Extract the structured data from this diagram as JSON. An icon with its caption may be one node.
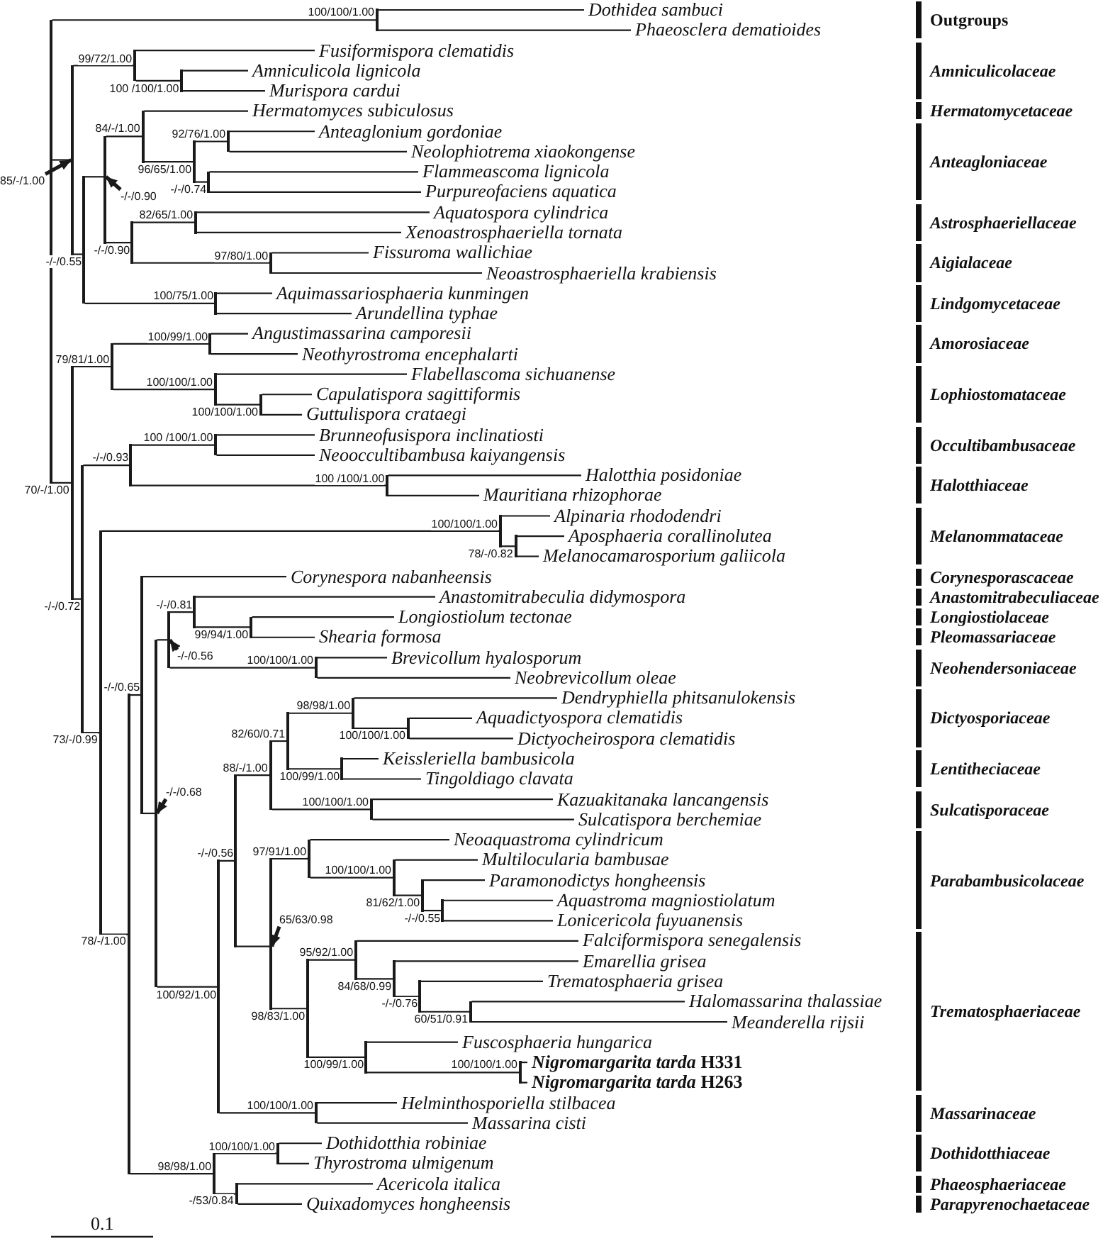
{
  "diagram": {
    "nodes": [
      {
        "text": [],
        "shape": "line"
      },
      {
        "text": [],
        "shape": "line"
      },
      {
        "text": [
          "Dothidea sambuci"
        ]
      },
      {
        "text": [
          "Phaeosclera dematioides"
        ]
      },
      {
        "text": [],
        "shape": "line"
      },
      {
        "text": [],
        "shape": "line"
      },
      {
        "text": [
          "Fusiformispora clematidis"
        ]
      },
      {
        "text": [],
        "shape": "line"
      },
      {
        "text": [
          "Amniculicola lignicola"
        ]
      },
      {
        "text": [
          "Murispora cardui"
        ]
      },
      {
        "text": [],
        "shape": "line"
      },
      {
        "text": [],
        "shape": "line"
      },
      {
        "text": [],
        "shape": "line"
      },
      {
        "text": [
          "Hermatomyces subiculosus"
        ]
      },
      {
        "text": [],
        "shape": "line"
      },
      {
        "text": [],
        "shape": "line"
      },
      {
        "text": [
          "Anteaglonium gordoniae"
        ]
      },
      {
        "text": [
          "Neolophiotrema xiaokongense"
        ]
      },
      {
        "text": [],
        "shape": "line"
      },
      {
        "text": [
          "Flammeascoma lignicola"
        ]
      },
      {
        "text": [
          "Purpureofaciens aquatica"
        ]
      },
      {
        "text": [],
        "shape": "line"
      },
      {
        "text": [],
        "shape": "line"
      },
      {
        "text": [
          "Aquatospora cylindrica"
        ]
      },
      {
        "text": [
          "Xenoastrosphaeriella tornata"
        ]
      },
      {
        "text": [],
        "shape": "line"
      },
      {
        "text": [
          "Fissuroma wallichiae"
        ]
      },
      {
        "text": [
          "Neoastrosphaeriella krabiensis"
        ]
      },
      {
        "text": [],
        "shape": "line"
      },
      {
        "text": [
          "Aquimassariosphaeria kunmingen"
        ]
      },
      {
        "text": [
          "Arundellina typhae"
        ]
      },
      {
        "text": [],
        "shape": "line"
      },
      {
        "text": [],
        "shape": "line"
      },
      {
        "text": [],
        "shape": "line"
      },
      {
        "text": [
          "Angustimassarina camporesii"
        ]
      },
      {
        "text": [
          "Neothyrostroma encephalarti"
        ]
      },
      {
        "text": [],
        "shape": "line"
      },
      {
        "text": [
          "Flabellascoma sichuanense"
        ]
      },
      {
        "text": [],
        "shape": "line"
      },
      {
        "text": [
          "Capulatispora sagittiformis"
        ]
      },
      {
        "text": [
          "Guttulispora crataegi"
        ]
      },
      {
        "text": [],
        "shape": "line"
      },
      {
        "text": [],
        "shape": "line"
      },
      {
        "text": [],
        "shape": "line"
      },
      {
        "text": [
          "Brunneofusispora inclinatiosti"
        ]
      },
      {
        "text": [
          "Neooccultibambusa kaiyangensis"
        ]
      },
      {
        "text": [],
        "shape": "line"
      },
      {
        "text": [
          "Halotthia posidoniae"
        ]
      },
      {
        "text": [
          "Mauritiana rhizophorae"
        ]
      },
      {
        "text": [],
        "shape": "line"
      },
      {
        "text": [],
        "shape": "line"
      },
      {
        "text": [
          "Alpinaria rhododendri"
        ]
      },
      {
        "text": [],
        "shape": "line"
      },
      {
        "text": [
          "Aposphaeria corallinolutea"
        ]
      },
      {
        "text": [
          "Melanocamarosporium galiicola"
        ]
      },
      {
        "text": [],
        "shape": "line"
      },
      {
        "text": [],
        "shape": "line"
      },
      {
        "text": [
          "Corynespora nabanheensis"
        ]
      },
      {
        "text": [],
        "shape": "line"
      },
      {
        "text": [],
        "shape": "line"
      },
      {
        "text": [],
        "shape": "line"
      },
      {
        "text": [
          "Anastomitrabeculia didymospora"
        ]
      },
      {
        "text": [],
        "shape": "line"
      },
      {
        "text": [
          "Longiostiolum tectonae"
        ]
      },
      {
        "text": [
          "Shearia formosa"
        ]
      },
      {
        "text": [],
        "shape": "line"
      },
      {
        "text": [
          "Brevicollum hyalosporum"
        ]
      },
      {
        "text": [
          "Neobrevicollum oleae"
        ]
      },
      {
        "text": [],
        "shape": "line"
      },
      {
        "text": [],
        "shape": "line"
      },
      {
        "text": [],
        "shape": "line"
      },
      {
        "text": [],
        "shape": "line"
      },
      {
        "text": [],
        "shape": "line"
      },
      {
        "text": [
          "Dendryphiella phitsanulokensis"
        ]
      },
      {
        "text": [],
        "shape": "line"
      },
      {
        "text": [
          "Aquadictyospora clematidis"
        ]
      },
      {
        "text": [
          "Dictyocheirospora clematidis"
        ]
      },
      {
        "text": [],
        "shape": "line"
      },
      {
        "text": [
          "Keissleriella bambusicola"
        ]
      },
      {
        "text": [
          "Tingoldiago clavata"
        ]
      },
      {
        "text": [],
        "shape": "line"
      },
      {
        "text": [
          "Kazuakitanaka lancangensis"
        ]
      },
      {
        "text": [
          "Sulcatispora berchemiae"
        ]
      },
      {
        "text": [],
        "shape": "line"
      },
      {
        "text": [],
        "shape": "line"
      },
      {
        "text": [
          "Neoaquastroma cylindricum"
        ]
      },
      {
        "text": [],
        "shape": "line"
      },
      {
        "text": [
          "Multilocularia bambusae"
        ]
      },
      {
        "text": [],
        "shape": "line"
      },
      {
        "text": [
          "Paramonodictys hongheensis"
        ]
      },
      {
        "text": [],
        "shape": "line"
      },
      {
        "text": [
          "Aquastroma magniostiolatum"
        ]
      },
      {
        "text": [
          "Lonicericola fuyuanensis"
        ]
      },
      {
        "text": [],
        "shape": "line"
      },
      {
        "text": [],
        "shape": "line"
      },
      {
        "text": [
          "Falciformispora senegalensis"
        ]
      },
      {
        "text": [],
        "shape": "line"
      },
      {
        "text": [
          "Emarellia grisea"
        ]
      },
      {
        "text": [],
        "shape": "line"
      },
      {
        "text": [
          "Trematosphaeria grisea"
        ]
      },
      {
        "text": [],
        "shape": "line"
      },
      {
        "text": [
          "Halomassarina thalassiae"
        ]
      },
      {
        "text": [
          "Meanderella rijsii"
        ]
      },
      {
        "text": [],
        "shape": "line"
      },
      {
        "text": [
          "Fuscosphaeria hungarica"
        ]
      },
      {
        "text": [],
        "shape": "line"
      },
      {
        "text": [
          "*Nigromargarita tarda* H331"
        ]
      },
      {
        "text": [
          "*Nigromargarita tarda* H263"
        ]
      },
      {
        "text": [],
        "shape": "line"
      },
      {
        "text": [
          "Helminthosporiella stilbacea"
        ]
      },
      {
        "text": [
          "Massarina cisti"
        ]
      },
      {
        "text": [],
        "shape": "line"
      },
      {
        "text": [],
        "shape": "line"
      },
      {
        "text": [
          "Dothidotthia robiniae"
        ]
      },
      {
        "text": [
          "Thyrostroma ulmigenum"
        ]
      },
      {
        "text": [],
        "shape": "line"
      },
      {
        "text": [
          "Acericola italica"
        ]
      },
      {
        "text": [
          "Quixadomyces hongheensis"
        ]
      },
      {
        "text": [
          "85/-/1.00"
        ]
      },
      {
        "text": [
          "-/-/0.90"
        ]
      },
      {
        "text": [
          "-/-/0.56"
        ]
      },
      {
        "text": [
          "-/-/0.68"
        ]
      },
      {
        "text": [
          "65/63/0.98"
        ]
      }
    ],
    "edges": [
      {
        "from": 0,
        "to": 1,
        "arrow": "none",
        "label": "100/100/1.00"
      },
      {
        "from": 1,
        "to": 2,
        "arrow": "none"
      },
      {
        "from": 1,
        "to": 3,
        "arrow": "none"
      },
      {
        "from": 0,
        "to": 4,
        "arrow": "none"
      },
      {
        "from": 4,
        "to": 5,
        "arrow": "none",
        "label": "99/72/1.00"
      },
      {
        "from": 5,
        "to": 6,
        "arrow": "none"
      },
      {
        "from": 5,
        "to": 7,
        "arrow": "none",
        "label": "100 /100/1.00"
      },
      {
        "from": 7,
        "to": 8,
        "arrow": "none"
      },
      {
        "from": 7,
        "to": 9,
        "arrow": "none"
      },
      {
        "from": 4,
        "to": 10,
        "arrow": "none",
        "label": "-/-/0.55"
      },
      {
        "from": 10,
        "to": 11,
        "arrow": "none"
      },
      {
        "from": 11,
        "to": 12,
        "arrow": "none",
        "label": "84/-/1.00"
      },
      {
        "from": 12,
        "to": 13,
        "arrow": "none"
      },
      {
        "from": 12,
        "to": 14,
        "arrow": "none",
        "label": "96/65/1.00"
      },
      {
        "from": 14,
        "to": 15,
        "arrow": "none",
        "label": "92/76/1.00"
      },
      {
        "from": 15,
        "to": 16,
        "arrow": "none"
      },
      {
        "from": 15,
        "to": 17,
        "arrow": "none"
      },
      {
        "from": 14,
        "to": 18,
        "arrow": "none",
        "label": "-/-/0.74"
      },
      {
        "from": 18,
        "to": 19,
        "arrow": "none"
      },
      {
        "from": 18,
        "to": 20,
        "arrow": "none"
      },
      {
        "from": 11,
        "to": 21,
        "arrow": "none",
        "label": "-/-/0.90"
      },
      {
        "from": 21,
        "to": 22,
        "arrow": "none",
        "label": "82/65/1.00"
      },
      {
        "from": 22,
        "to": 23,
        "arrow": "none"
      },
      {
        "from": 22,
        "to": 24,
        "arrow": "none"
      },
      {
        "from": 21,
        "to": 25,
        "arrow": "none",
        "label": "97/80/1.00"
      },
      {
        "from": 25,
        "to": 26,
        "arrow": "none"
      },
      {
        "from": 25,
        "to": 27,
        "arrow": "none"
      },
      {
        "from": 10,
        "to": 28,
        "arrow": "none",
        "label": "100/75/1.00"
      },
      {
        "from": 28,
        "to": 29,
        "arrow": "none"
      },
      {
        "from": 28,
        "to": 30,
        "arrow": "none"
      },
      {
        "from": 0,
        "to": 31,
        "arrow": "none",
        "label": "70/-/1.00"
      },
      {
        "from": 31,
        "to": 32,
        "arrow": "none",
        "label": "79/81/1.00"
      },
      {
        "from": 32,
        "to": 33,
        "arrow": "none",
        "label": "100/99/1.00"
      },
      {
        "from": 33,
        "to": 34,
        "arrow": "none"
      },
      {
        "from": 33,
        "to": 35,
        "arrow": "none"
      },
      {
        "from": 32,
        "to": 36,
        "arrow": "none",
        "label": "100/100/1.00"
      },
      {
        "from": 36,
        "to": 37,
        "arrow": "none"
      },
      {
        "from": 36,
        "to": 38,
        "arrow": "none",
        "label": "100/100/1.00"
      },
      {
        "from": 38,
        "to": 39,
        "arrow": "none"
      },
      {
        "from": 38,
        "to": 40,
        "arrow": "none"
      },
      {
        "from": 31,
        "to": 41,
        "arrow": "none",
        "label": "-/-/0.72"
      },
      {
        "from": 41,
        "to": 42,
        "arrow": "none",
        "label": "-/-/0.93"
      },
      {
        "from": 42,
        "to": 43,
        "arrow": "none",
        "label": "100 /100/1.00"
      },
      {
        "from": 43,
        "to": 44,
        "arrow": "none"
      },
      {
        "from": 43,
        "to": 45,
        "arrow": "none"
      },
      {
        "from": 42,
        "to": 46,
        "arrow": "none",
        "label": "100 /100/1.00"
      },
      {
        "from": 46,
        "to": 47,
        "arrow": "none"
      },
      {
        "from": 46,
        "to": 48,
        "arrow": "none"
      },
      {
        "from": 41,
        "to": 49,
        "arrow": "none",
        "label": "73/-/0.99"
      },
      {
        "from": 49,
        "to": 50,
        "arrow": "none",
        "label": "100/100/1.00"
      },
      {
        "from": 50,
        "to": 51,
        "arrow": "none"
      },
      {
        "from": 50,
        "to": 52,
        "arrow": "none",
        "label": "78/-/0.82"
      },
      {
        "from": 52,
        "to": 53,
        "arrow": "none"
      },
      {
        "from": 52,
        "to": 54,
        "arrow": "none"
      },
      {
        "from": 49,
        "to": 55,
        "arrow": "none",
        "label": "78/-/1.00"
      },
      {
        "from": 55,
        "to": 56,
        "arrow": "none",
        "label": "-/-/0.65"
      },
      {
        "from": 56,
        "to": 57,
        "arrow": "none"
      },
      {
        "from": 56,
        "to": 58,
        "arrow": "none"
      },
      {
        "from": 58,
        "to": 59,
        "arrow": "none"
      },
      {
        "from": 59,
        "to": 60,
        "arrow": "none",
        "label": "-/-/0.81"
      },
      {
        "from": 60,
        "to": 61,
        "arrow": "none"
      },
      {
        "from": 60,
        "to": 62,
        "arrow": "none",
        "label": "99/94/1.00"
      },
      {
        "from": 62,
        "to": 63,
        "arrow": "none"
      },
      {
        "from": 62,
        "to": 64,
        "arrow": "none"
      },
      {
        "from": 59,
        "to": 65,
        "arrow": "none",
        "label": "100/100/1.00"
      },
      {
        "from": 65,
        "to": 66,
        "arrow": "none"
      },
      {
        "from": 65,
        "to": 67,
        "arrow": "none"
      },
      {
        "from": 58,
        "to": 68,
        "arrow": "none",
        "label": "100/92/1.00"
      },
      {
        "from": 68,
        "to": 69,
        "arrow": "none",
        "label": "-/-/0.56"
      },
      {
        "from": 69,
        "to": 70,
        "arrow": "none",
        "label": "88/-/1.00"
      },
      {
        "from": 70,
        "to": 71,
        "arrow": "none",
        "label": "82/60/0.71"
      },
      {
        "from": 71,
        "to": 72,
        "arrow": "none",
        "label": "98/98/1.00"
      },
      {
        "from": 72,
        "to": 73,
        "arrow": "none"
      },
      {
        "from": 72,
        "to": 74,
        "arrow": "none",
        "label": "100/100/1.00"
      },
      {
        "from": 74,
        "to": 75,
        "arrow": "none"
      },
      {
        "from": 74,
        "to": 76,
        "arrow": "none"
      },
      {
        "from": 71,
        "to": 77,
        "arrow": "none",
        "label": "100/99/1.00"
      },
      {
        "from": 77,
        "to": 78,
        "arrow": "none"
      },
      {
        "from": 77,
        "to": 79,
        "arrow": "none"
      },
      {
        "from": 70,
        "to": 80,
        "arrow": "none",
        "label": "100/100/1.00"
      },
      {
        "from": 80,
        "to": 81,
        "arrow": "none"
      },
      {
        "from": 80,
        "to": 82,
        "arrow": "none"
      },
      {
        "from": 69,
        "to": 83,
        "arrow": "none"
      },
      {
        "from": 83,
        "to": 84,
        "arrow": "none",
        "label": "97/91/1.00"
      },
      {
        "from": 84,
        "to": 85,
        "arrow": "none"
      },
      {
        "from": 84,
        "to": 86,
        "arrow": "none",
        "label": "100/100/1.00"
      },
      {
        "from": 86,
        "to": 87,
        "arrow": "none"
      },
      {
        "from": 86,
        "to": 88,
        "arrow": "none",
        "label": "81/62/1.00"
      },
      {
        "from": 88,
        "to": 89,
        "arrow": "none"
      },
      {
        "from": 88,
        "to": 90,
        "arrow": "none",
        "label": "-/-/0.55"
      },
      {
        "from": 90,
        "to": 91,
        "arrow": "none"
      },
      {
        "from": 90,
        "to": 92,
        "arrow": "none"
      },
      {
        "from": 83,
        "to": 93,
        "arrow": "none",
        "label": "98/83/1.00"
      },
      {
        "from": 93,
        "to": 94,
        "arrow": "none",
        "label": "95/92/1.00"
      },
      {
        "from": 94,
        "to": 95,
        "arrow": "none"
      },
      {
        "from": 94,
        "to": 96,
        "arrow": "none",
        "label": "84/68/0.99"
      },
      {
        "from": 96,
        "to": 97,
        "arrow": "none"
      },
      {
        "from": 96,
        "to": 98,
        "arrow": "none",
        "label": "-/-/0.76"
      },
      {
        "from": 98,
        "to": 99,
        "arrow": "none"
      },
      {
        "from": 98,
        "to": 100,
        "arrow": "none",
        "label": "60/51/0.91"
      },
      {
        "from": 100,
        "to": 101,
        "arrow": "none"
      },
      {
        "from": 100,
        "to": 102,
        "arrow": "none"
      },
      {
        "from": 93,
        "to": 103,
        "arrow": "none",
        "label": "100/99/1.00"
      },
      {
        "from": 103,
        "to": 104,
        "arrow": "none"
      },
      {
        "from": 103,
        "to": 105,
        "arrow": "none",
        "label": "100/100/1.00"
      },
      {
        "from": 105,
        "to": 106,
        "arrow": "none"
      },
      {
        "from": 105,
        "to": 107,
        "arrow": "none"
      },
      {
        "from": 68,
        "to": 108,
        "arrow": "none",
        "label": "100/100/1.00"
      },
      {
        "from": 108,
        "to": 109,
        "arrow": "none"
      },
      {
        "from": 108,
        "to": 110,
        "arrow": "none"
      },
      {
        "from": 55,
        "to": 111,
        "arrow": "none",
        "label": "98/98/1.00"
      },
      {
        "from": 111,
        "to": 112,
        "arrow": "none",
        "label": "100/100/1.00"
      },
      {
        "from": 112,
        "to": 113,
        "arrow": "none"
      },
      {
        "from": 112,
        "to": 114,
        "arrow": "none"
      },
      {
        "from": 111,
        "to": 115,
        "arrow": "none",
        "label": "-/53/0.84"
      },
      {
        "from": 115,
        "to": 116,
        "arrow": "none"
      },
      {
        "from": 115,
        "to": 117,
        "arrow": "none"
      },
      {
        "from": 118,
        "to": 4,
        "arrow": "to",
        "style": "thick"
      },
      {
        "from": 119,
        "to": 11,
        "arrow": "to",
        "style": "thick"
      },
      {
        "from": 120,
        "to": 59,
        "arrow": "to",
        "style": "thick"
      },
      {
        "from": 121,
        "to": 58,
        "arrow": "to",
        "style": "thick"
      },
      {
        "from": 122,
        "to": 83,
        "arrow": "to",
        "style": "thick"
      }
    ],
    "labels": [
      "Outgroups",
      "Amniculicolaceae",
      "Hermatomycetaceae",
      "Anteagloniaceae",
      "Astrosphaeriellaceae",
      "Aigialaceae",
      "Lindgomycetaceae",
      "Amorosiaceae",
      "Lophiostomataceae",
      "Occultibambusaceae",
      "Halotthiaceae",
      "Melanommataceae",
      "Corynesporascaceae",
      "Anastomitrabeculiaceae",
      "Longiostiolaceae",
      "Pleomassariaceae",
      "Neohendersoniaceae",
      "Dictyosporiaceae",
      "Lentitheciaceae",
      "Sulcatisporaceae",
      "Parabambusicolaceae",
      "Trematosphaeriaceae",
      "Massarinaceae",
      "Dothidotthiaceae",
      "Phaeosphaeriaceae",
      "Parapyrenochaetaceae",
      "0.1"
    ]
  }
}
